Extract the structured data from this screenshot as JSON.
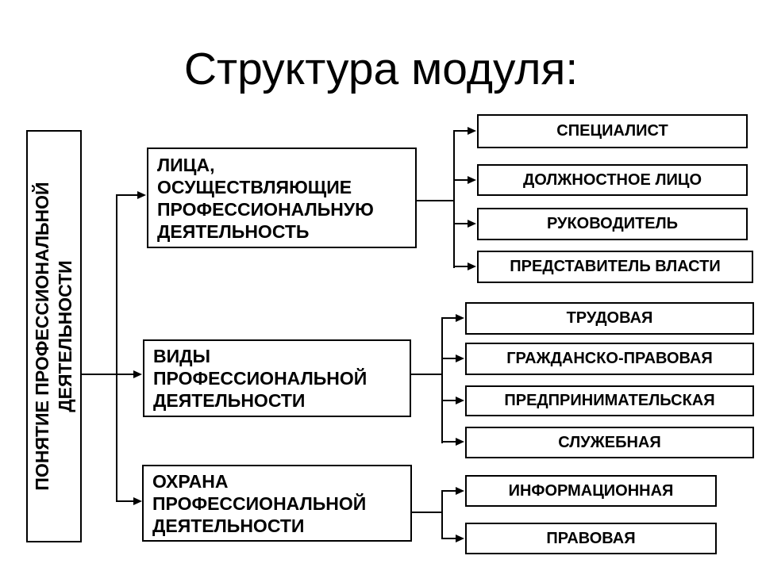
{
  "title": "Структура модуля:",
  "root_box": {
    "label": "ПОНЯТИЕ ПРОФЕССИОНАЛЬНОЙ ДЕЯТЕЛЬНОСТИ",
    "lines": [
      "ПОНЯТИЕ ПРОФЕССИОНАЛЬНОЙ",
      "ДЕЯТЕЛЬНОСТИ"
    ]
  },
  "branches": [
    {
      "label": "ЛИЦА, ОСУЩЕСТВЛЯЮЩИЕ ПРОФЕССИОНАЛЬНУЮ ДЕЯТЕЛЬНОСТЬ",
      "lines": [
        "ЛИЦА,",
        "ОСУЩЕСТВЛЯЮЩИЕ",
        "ПРОФЕССИОНАЛЬНУЮ",
        "ДЕЯТЕЛЬНОСТЬ"
      ],
      "children": [
        "СПЕЦИАЛИСТ",
        "ДОЛЖНОСТНОЕ ЛИЦО",
        "РУКОВОДИТЕЛЬ",
        "ПРЕДСТАВИТЕЛЬ ВЛАСТИ"
      ]
    },
    {
      "label": "ВИДЫ ПРОФЕССИОНАЛЬНОЙ ДЕЯТЕЛЬНОСТИ",
      "lines": [
        "ВИДЫ",
        "ПРОФЕССИОНАЛЬНОЙ",
        "ДЕЯТЕЛЬНОСТИ"
      ],
      "children": [
        "ТРУДОВАЯ",
        "ГРАЖДАНСКО-ПРАВОВАЯ",
        "ПРЕДПРИНИМАТЕЛЬСКАЯ",
        "СЛУЖЕБНАЯ"
      ]
    },
    {
      "label": "ОХРАНА ПРОФЕССИОНАЛЬНОЙ ДЕЯТЕЛЬНОСТИ",
      "lines": [
        "ОХРАНА",
        "ПРОФЕССИОНАЛЬНОЙ",
        "ДЕЯТЕЛЬНОСТИ"
      ],
      "children": [
        "ИНФОРМАЦИОННАЯ",
        "ПРАВОВАЯ"
      ]
    }
  ],
  "colors": {
    "background": "#ffffff",
    "box_border": "#000000",
    "text": "#000000",
    "connector": "#000000"
  }
}
